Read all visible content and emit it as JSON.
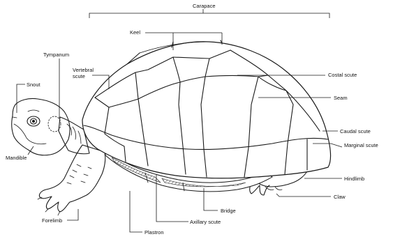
{
  "labels": {
    "carapace": "Carapace",
    "keel": "Keel",
    "tympanum": "Tympanum",
    "snout": "Snout",
    "vertebral_scute": "Vertebral scute",
    "costal_scute": "Costal scute",
    "seam": "Seam",
    "caudal_scute": "Caudal scute",
    "marginal_scute": "Marginal scute",
    "mandible": "Mandible",
    "hindlimb": "Hindlimb",
    "claw": "Claw",
    "forelimb": "Forelimb",
    "bridge": "Bridge",
    "axillary_scute": "Axillary scute",
    "plastron": "Plastron"
  },
  "colors": {
    "ink": "#1a1a1a",
    "background": "#ffffff"
  }
}
